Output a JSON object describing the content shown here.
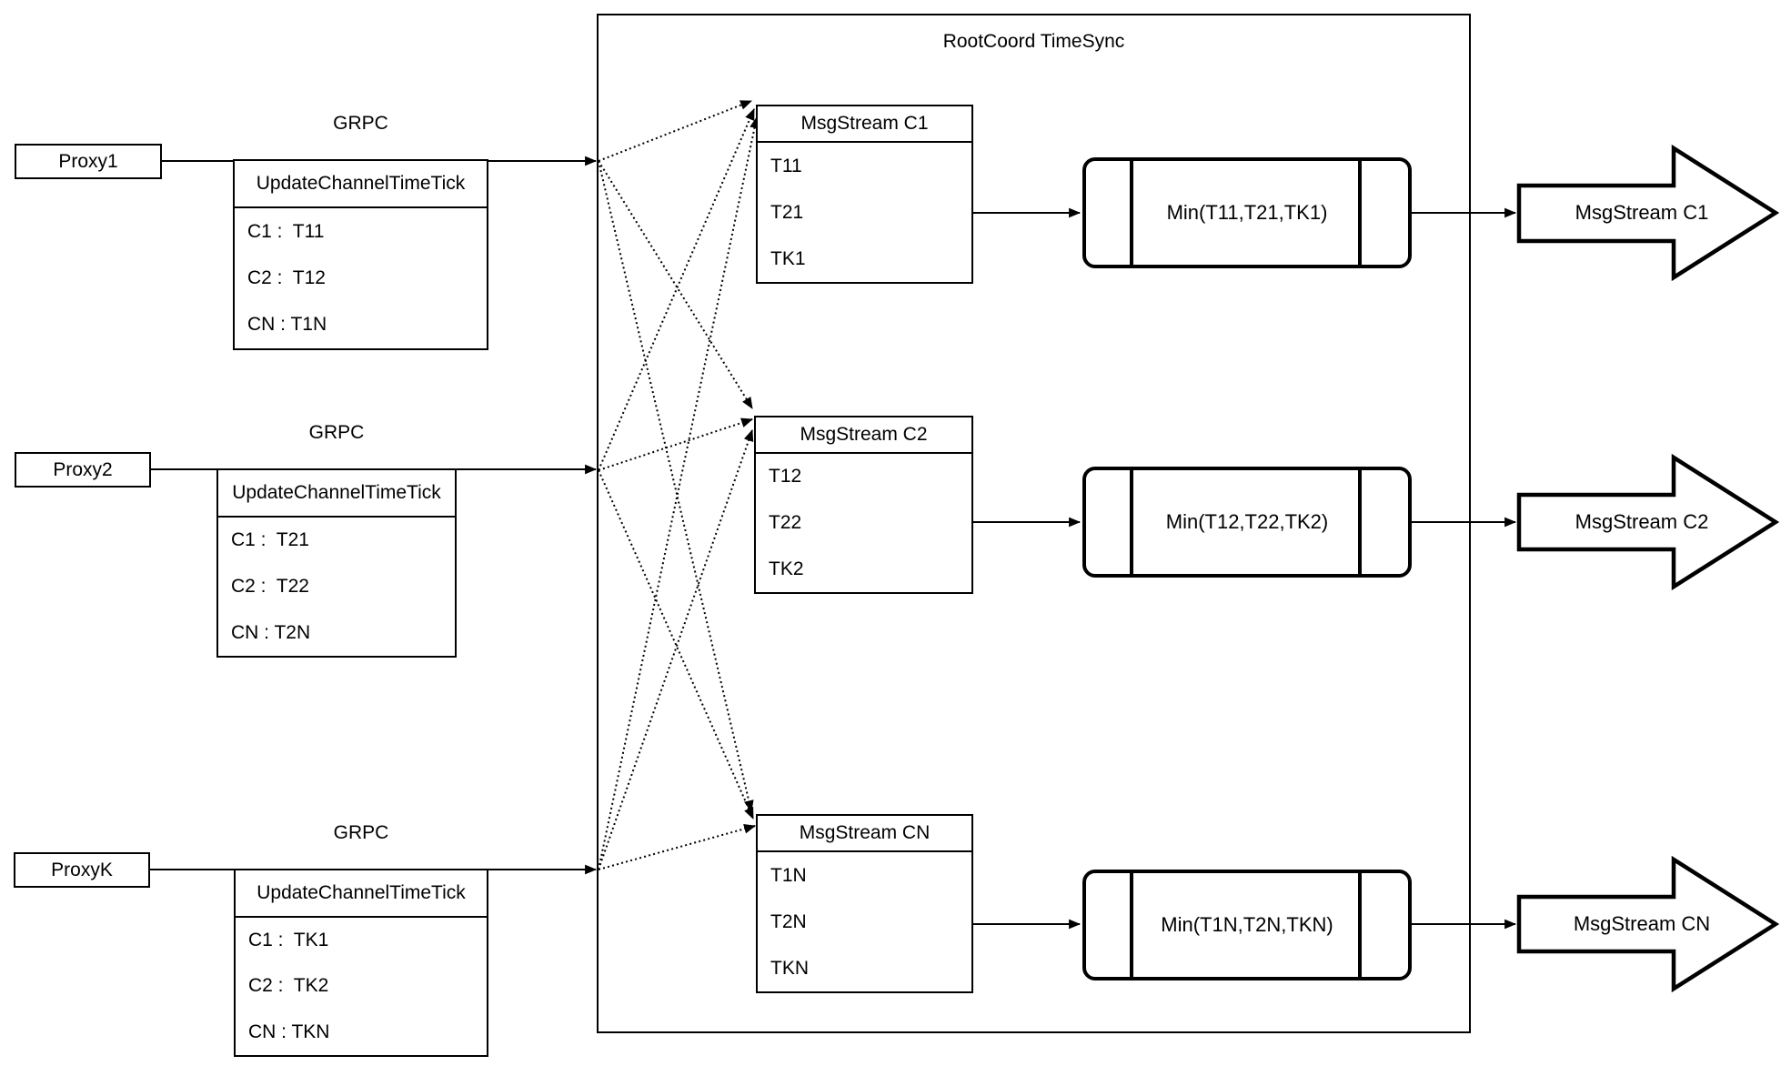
{
  "rootcoord": {
    "title": "RootCoord TimeSync"
  },
  "proxies": [
    {
      "name": "Proxy1",
      "protocol": "GRPC",
      "message": {
        "title": "UpdateChannelTimeTick",
        "rows": [
          "C1 :  T11",
          "C2 :  T12",
          "CN : T1N"
        ]
      }
    },
    {
      "name": "Proxy2",
      "protocol": "GRPC",
      "message": {
        "title": "UpdateChannelTimeTick",
        "rows": [
          "C1 :  T21",
          "C2 :  T22",
          "CN : T2N"
        ]
      }
    },
    {
      "name": "ProxyK",
      "protocol": "GRPC",
      "message": {
        "title": "UpdateChannelTimeTick",
        "rows": [
          "C1 :  TK1",
          "C2 :  TK2",
          "CN : TKN"
        ]
      }
    }
  ],
  "streams": [
    {
      "title": "MsgStream C1",
      "ticks": [
        "T11",
        "T21",
        "TK1"
      ],
      "min_label": "Min(T11,T21,TK1)",
      "output_label": "MsgStream C1"
    },
    {
      "title": "MsgStream C2",
      "ticks": [
        "T12",
        "T22",
        "TK2"
      ],
      "min_label": "Min(T12,T22,TK2)",
      "output_label": "MsgStream C2"
    },
    {
      "title": "MsgStream CN",
      "ticks": [
        "T1N",
        "T2N",
        "TKN"
      ],
      "min_label": "Min(T1N,T2N,TKN)",
      "output_label": "MsgStream CN"
    }
  ],
  "colors": {
    "line": "#000000",
    "background": "#ffffff"
  }
}
